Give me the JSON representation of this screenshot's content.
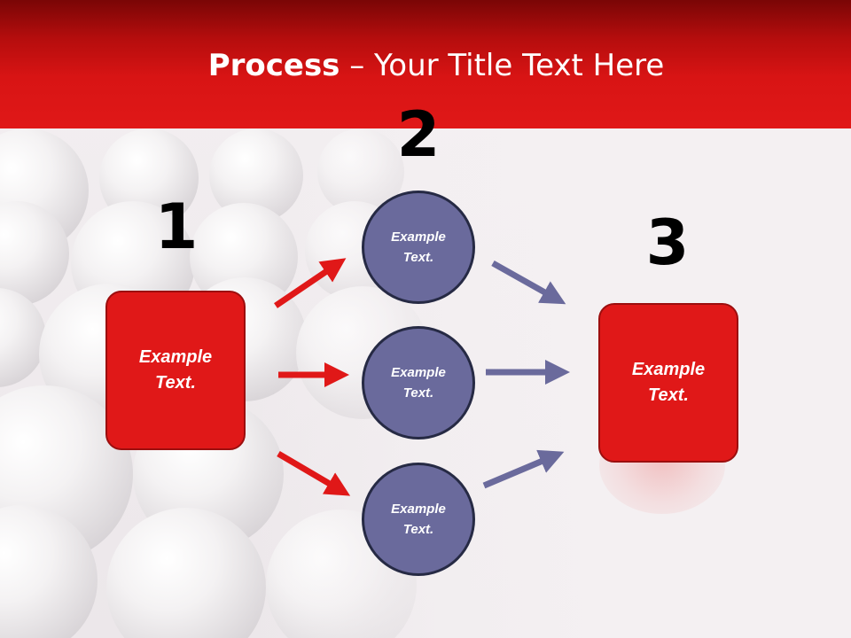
{
  "slide": {
    "title_bold": "Process",
    "title_rest": " – Your Title Text Here"
  },
  "steps": [
    {
      "number": "1",
      "label": "Example\nText."
    },
    {
      "number": "2",
      "items": [
        "Example\nText.",
        "Example\nText.",
        "Example\nText."
      ]
    },
    {
      "number": "3",
      "label": "Example\nText."
    }
  ],
  "colors": {
    "accent_red": "#e01818",
    "circle_fill": "#6a6a9c",
    "arrow_red": "#e01818",
    "arrow_blue": "#6a6a9c"
  },
  "icons": {
    "arrow_left": "arrow-right-icon",
    "arrow_right": "arrow-right-icon"
  }
}
